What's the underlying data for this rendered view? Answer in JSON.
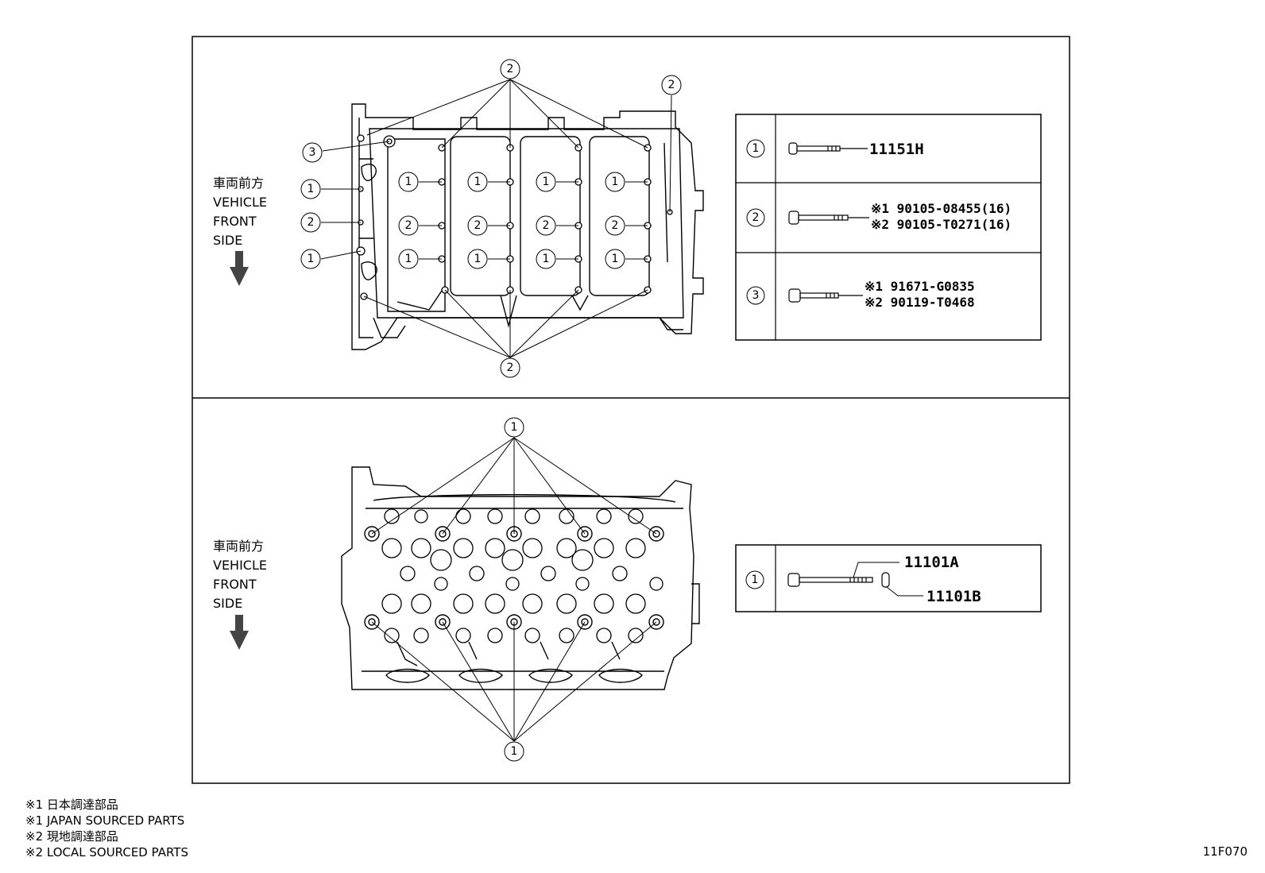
{
  "upper": {
    "direction": {
      "jp": "車両前方",
      "l1": "VEHICLE",
      "l2": "FRONT",
      "l3": "SIDE"
    },
    "callouts": [
      "1",
      "2",
      "3"
    ],
    "table": [
      {
        "ref": "1",
        "parts": [
          "11151H"
        ]
      },
      {
        "ref": "2",
        "parts": [
          "※1 90105-08455(16)",
          "※2 90105-T0271(16)"
        ]
      },
      {
        "ref": "3",
        "parts": [
          "※1 91671-G0835",
          "※2 90119-T0468"
        ]
      }
    ]
  },
  "lower": {
    "direction": {
      "jp": "車両前方",
      "l1": "VEHICLE",
      "l2": "FRONT",
      "l3": "SIDE"
    },
    "callouts": [
      "1"
    ],
    "table": [
      {
        "ref": "1",
        "parts": [
          "11101A",
          "11101B"
        ]
      }
    ]
  },
  "notes": [
    "※1  日本調達部品",
    "※1  JAPAN SOURCED PARTS",
    "※2  現地調達部品",
    "※2  LOCAL SOURCED PARTS"
  ],
  "figure_id": "11F070"
}
